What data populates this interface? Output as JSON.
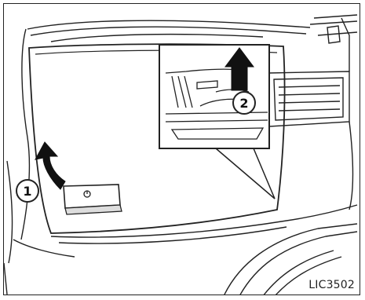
{
  "figure": {
    "code": "LIC3502",
    "callouts": [
      {
        "label": "1"
      },
      {
        "label": "2"
      }
    ]
  },
  "icons": [
    "arrow-up-icon",
    "arrow-up-icon",
    "lock-button-icon"
  ]
}
